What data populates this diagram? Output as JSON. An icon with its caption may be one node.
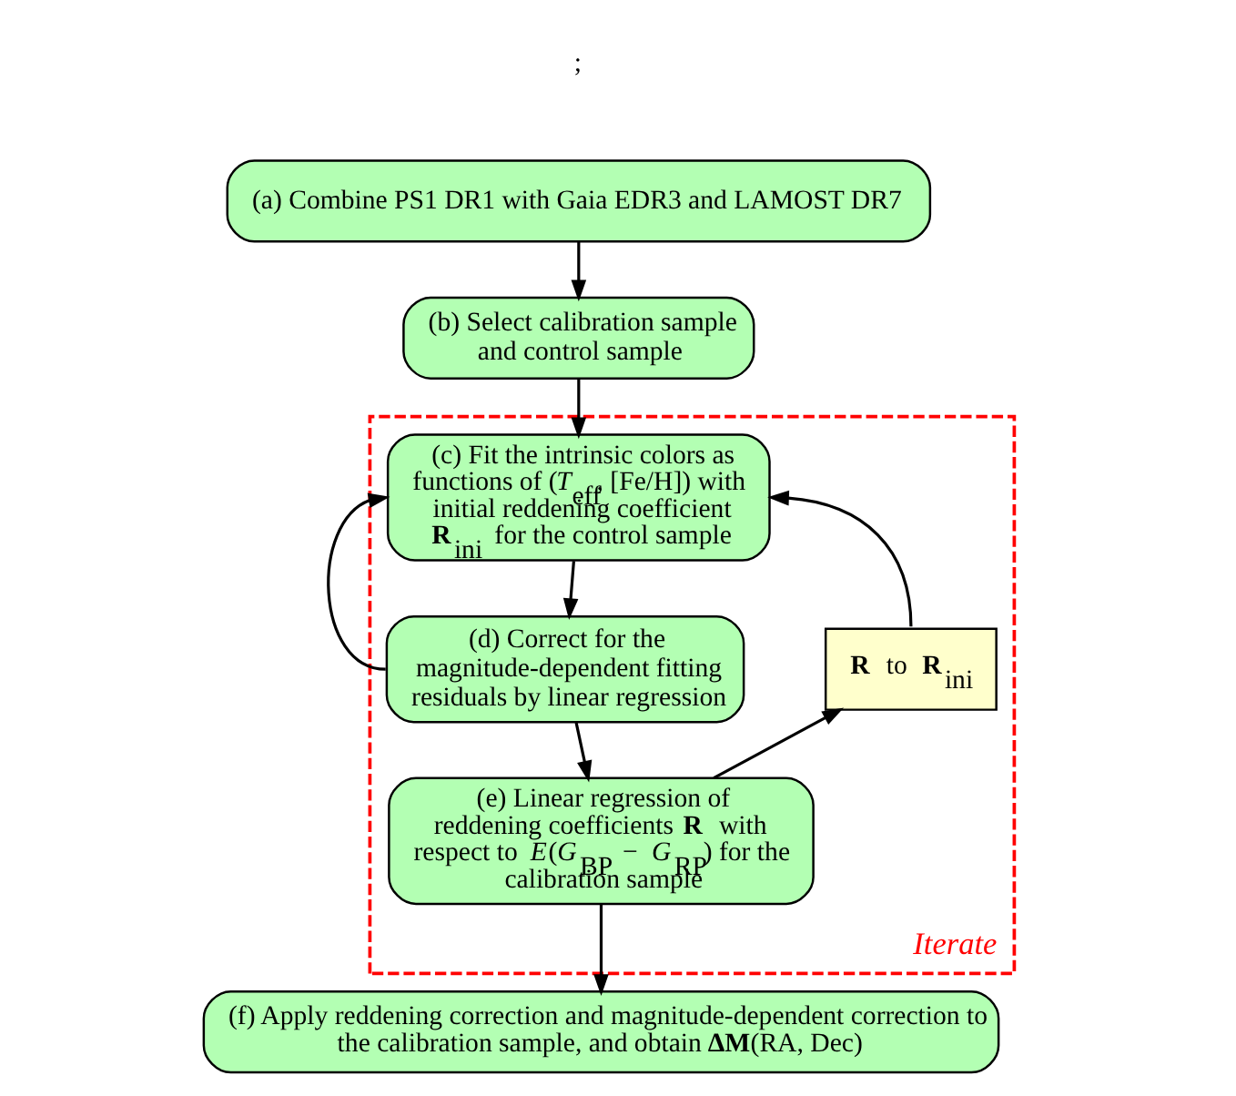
{
  "diagram": {
    "nodes": [
      {
        "text": [
          "(a) Combine PS1 DR1 with Gaia EDR3 and LAMOST DR7"
        ]
      },
      {
        "text": [
          "(b) Select calibration sample and control sample"
        ]
      },
      {
        "text": [
          "Iterate"
        ]
      },
      {
        "text": [
          "(c) Fit the intrinsic colors as functions of (*T*$_{eff}$, [Fe/H]) with initial reddening coefficient **R**$_{ini}$ for the control sample"
        ],
        "in": 2
      },
      {
        "text": [
          "(d) Correct for the magnitude-dependent fitting residuals by linear regression"
        ],
        "in": 2
      },
      {
        "text": [
          "(e) Linear regression of reddening coefficients **R** with respect to *E*(*G*$_{BP}$ − *G*$_{RP}$) for the calibration sample"
        ],
        "in": 2
      },
      {
        "text": [
          "**R** to **R**$_{ini}$"
        ],
        "in": 2
      },
      {
        "text": [
          "(f) Apply reddening correction and magnitude-dependent correction to the calibration sample, and obtain **ΔM**(RA, Dec)"
        ]
      }
    ],
    "edges": [
      {
        "from": 0,
        "to": 1,
        "arrow": "to"
      },
      {
        "from": 1,
        "to": 3,
        "arrow": "to"
      },
      {
        "from": 3,
        "to": 4,
        "arrow": "to"
      },
      {
        "from": 4,
        "to": 5,
        "arrow": "to"
      },
      {
        "from": 4,
        "to": 3,
        "arrow": "to"
      },
      {
        "from": 5,
        "to": 6,
        "arrow": "to"
      },
      {
        "from": 6,
        "to": 3,
        "arrow": "to"
      },
      {
        "from": 5,
        "to": 7,
        "arrow": "to"
      }
    ],
    "labels": [
      ";"
    ]
  }
}
